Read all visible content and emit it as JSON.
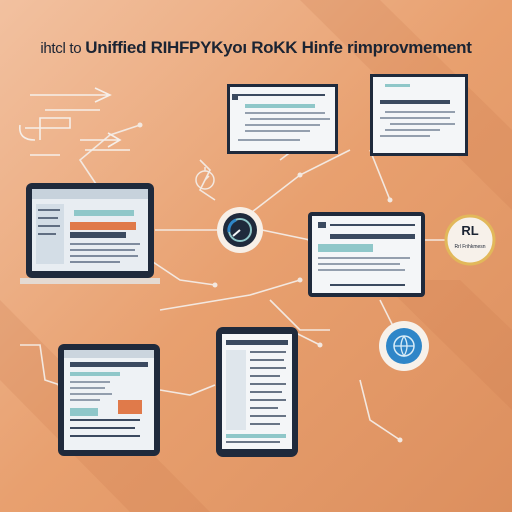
{
  "title": {
    "prefix": "ihtcl to",
    "main": "Uniffied RIHFPYKyoı RoKK Hinfe rimprovmement"
  },
  "badge": {
    "label": "RL",
    "sub": "Rrl Frihkmesn"
  },
  "colors": {
    "background": "#e9a474",
    "panel_border": "#1f2a3c",
    "accent_teal": "#8fc7c9",
    "accent_orange": "#e07a4a",
    "accent_blue": "#2f86c8",
    "line": "#f3e8e0"
  },
  "icons": [
    "gauge-icon",
    "globe-icon",
    "stopwatch-icon",
    "robot-arm-icon",
    "flow-arrows-icon"
  ]
}
